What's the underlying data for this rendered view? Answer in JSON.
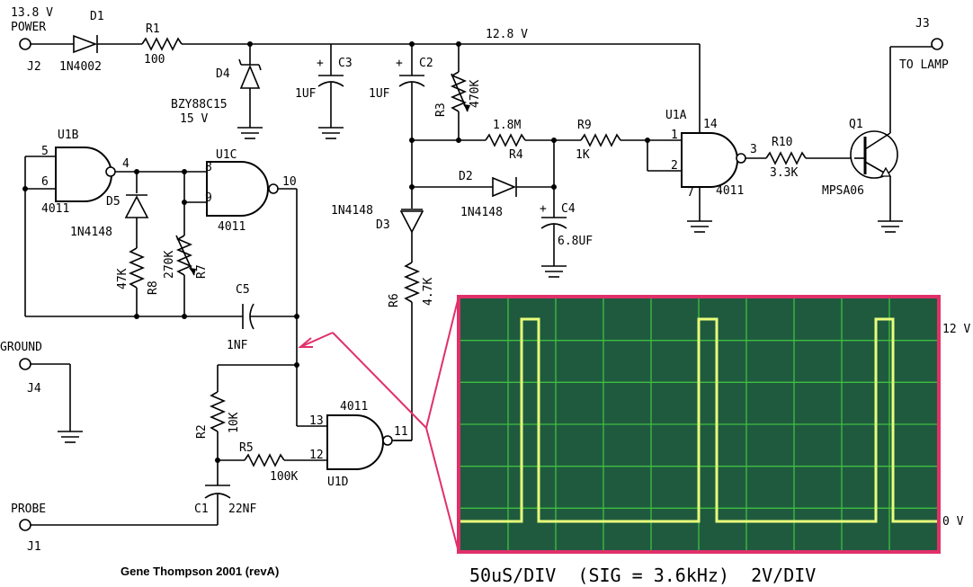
{
  "labels": {
    "power_v": "13.8 V",
    "power": "POWER",
    "j2": "J2",
    "d1": "D1",
    "d1_part": "1N4002",
    "r1": "R1",
    "r1_val": "100",
    "d4": "D4",
    "d4_part": "BZY88C15",
    "d4_v": "15 V",
    "c3": "C3",
    "c3_val": "1UF",
    "c2": "C2",
    "c2_val": "1UF",
    "rail": "12.8 V",
    "r3": "R3",
    "r3_val": "470K",
    "r4": "R4",
    "r4_val": "1.8M",
    "r9": "R9",
    "r9_val": "1K",
    "u1a": "U1A",
    "u1a_part": "4011",
    "pin14": "14",
    "pin1": "1",
    "pin2": "2",
    "pin3": "3",
    "pin7": "7",
    "r10": "R10",
    "r10_val": "3.3K",
    "q1": "Q1",
    "q1_part": "MPSA06",
    "j3": "J3",
    "to_lamp": "TO LAMP",
    "d2": "D2",
    "d2_part": "1N4148",
    "c4": "C4",
    "c4_val": "6.8UF",
    "d3": "D3",
    "d3_part": "1N4148",
    "r6": "R6",
    "r6_val": "4.7K",
    "u1b": "U1B",
    "u1b_part": "4011",
    "pin5": "5",
    "pin6": "6",
    "pin4": "4",
    "d5": "D5",
    "d5_part": "1N4148",
    "u1c": "U1C",
    "u1c_part": "4011",
    "pin8": "8",
    "pin9": "9",
    "pin10": "10",
    "r7": "R7",
    "r7_val": "270K",
    "r8": "R8",
    "r8_val": "47K",
    "c5": "C5",
    "c5_val": "1NF",
    "ground": "GROUND",
    "j4": "J4",
    "r2": "R2",
    "r2_val": "10K",
    "r5": "R5",
    "r5_val": "100K",
    "u1d_top": "4011",
    "pin13": "13",
    "pin12": "12",
    "pin11": "11",
    "u1d": "U1D",
    "c1": "C1",
    "c1_val": "22NF",
    "probe": "PROBE",
    "j1": "J1",
    "author": "Gene Thompson 2001 (revA)"
  },
  "scope": {
    "label_top": "12 V",
    "label_bottom": "0 V",
    "caption": "50uS/DIV  (SIG = 3.6kHz)  2V/DIV",
    "background": "#1f5a3f",
    "border": "#e0306a",
    "grid": "#3fbf3f",
    "trace": "#e8ff7a"
  }
}
